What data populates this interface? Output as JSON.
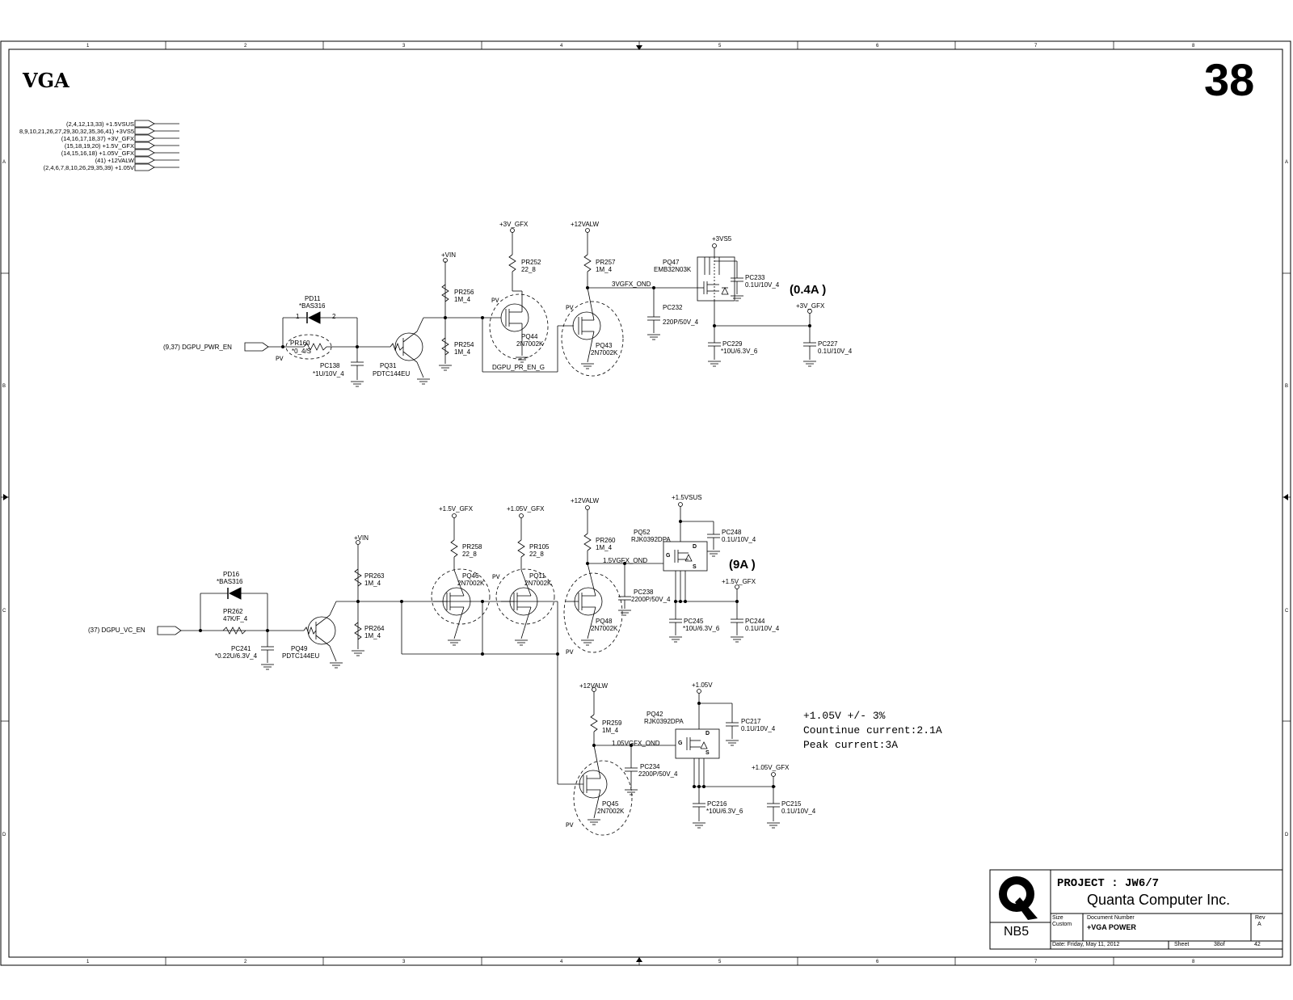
{
  "sheet": {
    "title": "VGA",
    "page_number": "38",
    "column_markers": [
      "1",
      "2",
      "3",
      "4",
      "5",
      "6",
      "7",
      "8"
    ],
    "row_markers": [
      "A",
      "B",
      "C",
      "D"
    ]
  },
  "power_rails": [
    {
      "refs": "(2,4,12,13,33)",
      "name": "+1.5VSUS"
    },
    {
      "refs": "8,9,10,21,26,27,29,30,32,35,36,41)",
      "name": "+3VS5"
    },
    {
      "refs": "(14,16,17,18,37)",
      "name": "+3V_GFX"
    },
    {
      "refs": "(15,18,19,20)",
      "name": "+1.5V_GFX"
    },
    {
      "refs": "(14,15,16,18)",
      "name": "+1.05V_GFX"
    },
    {
      "refs": "(41)",
      "name": "+12VALW"
    },
    {
      "refs": "(2,4,6,7,8,10,26,29,35,39)",
      "name": "+1.05V"
    }
  ],
  "section_top": {
    "input_signal": "DGPU_PWR_EN",
    "input_refs": "(9,37)",
    "current": "(0.4A )",
    "pd11": {
      "ref": "PD11",
      "value": "*BAS316",
      "pin1": "1",
      "pin2": "2"
    },
    "pr160": {
      "ref": "PR160",
      "value": "*0_4/S"
    },
    "pc138": {
      "ref": "PC138",
      "value": "*1U/10V_4"
    },
    "pq31": {
      "ref": "PQ31",
      "value": "PDTC144EU"
    },
    "vin": "+VIN",
    "pr256": {
      "ref": "PR256",
      "value": "1M_4"
    },
    "pr254": {
      "ref": "PR254",
      "value": "1M_4"
    },
    "rail_3vgfx": "+3V_GFX",
    "pr252": {
      "ref": "PR252",
      "value": "22_8"
    },
    "pq44": {
      "ref": "PQ44",
      "value": "2N7002K"
    },
    "net_dgpu_pr_en": "DGPU_PR_EN_G",
    "rail_12v": "+12VALW",
    "pr257": {
      "ref": "PR257",
      "value": "1M_4"
    },
    "pq43": {
      "ref": "PQ43",
      "value": "2N7002K"
    },
    "net_ond": "3VGFX_OND",
    "pc232": {
      "ref": "PC232",
      "value": "220P/50V_4"
    },
    "rail_3vs5": "+3VS5",
    "pq47": {
      "ref": "PQ47",
      "value": "EMB32N03K"
    },
    "pc233": {
      "ref": "PC233",
      "value": "0.1U/10V_4"
    },
    "out_rail": "+3V_GFX",
    "pc229": {
      "ref": "PC229",
      "value": "*10U/6.3V_6"
    },
    "pc227": {
      "ref": "PC227",
      "value": "0.1U/10V_4"
    },
    "pv": "PV"
  },
  "section_mid": {
    "input_signal": "DGPU_VC_EN",
    "input_refs": "(37)",
    "current": "(9A )",
    "pd16": {
      "ref": "PD16",
      "value": "*BAS316"
    },
    "pr262": {
      "ref": "PR262",
      "value": "47K/F_4"
    },
    "pc241": {
      "ref": "PC241",
      "value": "*0.22U/6.3V_4"
    },
    "pq49": {
      "ref": "PQ49",
      "value": "PDTC144EU"
    },
    "vin": "+VIN",
    "pr263": {
      "ref": "PR263",
      "value": "1M_4"
    },
    "pr264": {
      "ref": "PR264",
      "value": "1M_4"
    },
    "rail_15gfx": "+1.5V_GFX",
    "pr258": {
      "ref": "PR258",
      "value": "22_8"
    },
    "pq46": {
      "ref": "PQ46",
      "value": "2N7002K"
    },
    "rail_105gfx": "+1.05V_GFX",
    "pr105": {
      "ref": "PR105",
      "value": "22_8"
    },
    "pq11": {
      "ref": "PQ11",
      "value": "2N7002K"
    },
    "rail_12v": "+12VALW",
    "pr260": {
      "ref": "PR260",
      "value": "1M_4"
    },
    "pq48": {
      "ref": "PQ48",
      "value": "2N7002K"
    },
    "net_ond": "1.5VGFX_OND",
    "pc238": {
      "ref": "PC238",
      "value": "2200P/50V_4"
    },
    "rail_15sus": "+1.5VSUS",
    "pq52": {
      "ref": "PQ52",
      "value": "RJK0392DPA"
    },
    "pc248": {
      "ref": "PC248",
      "value": "0.1U/10V_4"
    },
    "out_rail": "+1.5V_GFX",
    "pc245": {
      "ref": "PC245",
      "value": "*10U/6.3V_6"
    },
    "pc244": {
      "ref": "PC244",
      "value": "0.1U/10V_4"
    },
    "pv": "PV"
  },
  "section_bot": {
    "rail_12v": "+12VALW",
    "pr259": {
      "ref": "PR259",
      "value": "1M_4"
    },
    "pq45": {
      "ref": "PQ45",
      "value": "2N7002K"
    },
    "net_ond": "1.05VGFX_OND",
    "pc234": {
      "ref": "PC234",
      "value": "2200P/50V_4"
    },
    "rail_105": "+1.05V",
    "pq42": {
      "ref": "PQ42",
      "value": "RJK0392DPA"
    },
    "pc217": {
      "ref": "PC217",
      "value": "0.1U/10V_4"
    },
    "out_rail": "+1.05V_GFX",
    "pc216": {
      "ref": "PC216",
      "value": "*10U/6.3V_6"
    },
    "pc215": {
      "ref": "PC215",
      "value": "0.1U/10V_4"
    },
    "pv": "PV"
  },
  "notes": {
    "line1": "+1.05V  +/- 3%",
    "line2": "Countinue current:2.1A",
    "line3": "Peak current:3A"
  },
  "title_block": {
    "project": "PROJECT : JW6/7",
    "company": "Quanta Computer Inc.",
    "logo_text": "NB5",
    "size_label": "Size",
    "size_value": "Custom",
    "docnum_label": "Document Number",
    "docnum_value": "+VGA POWER",
    "rev_label": "Rev",
    "rev_value": "A",
    "date": "Date:  Friday, May 11, 2012",
    "sheet_label": "Sheet",
    "sheet_value": "38",
    "of_label": "of",
    "total": "42"
  }
}
